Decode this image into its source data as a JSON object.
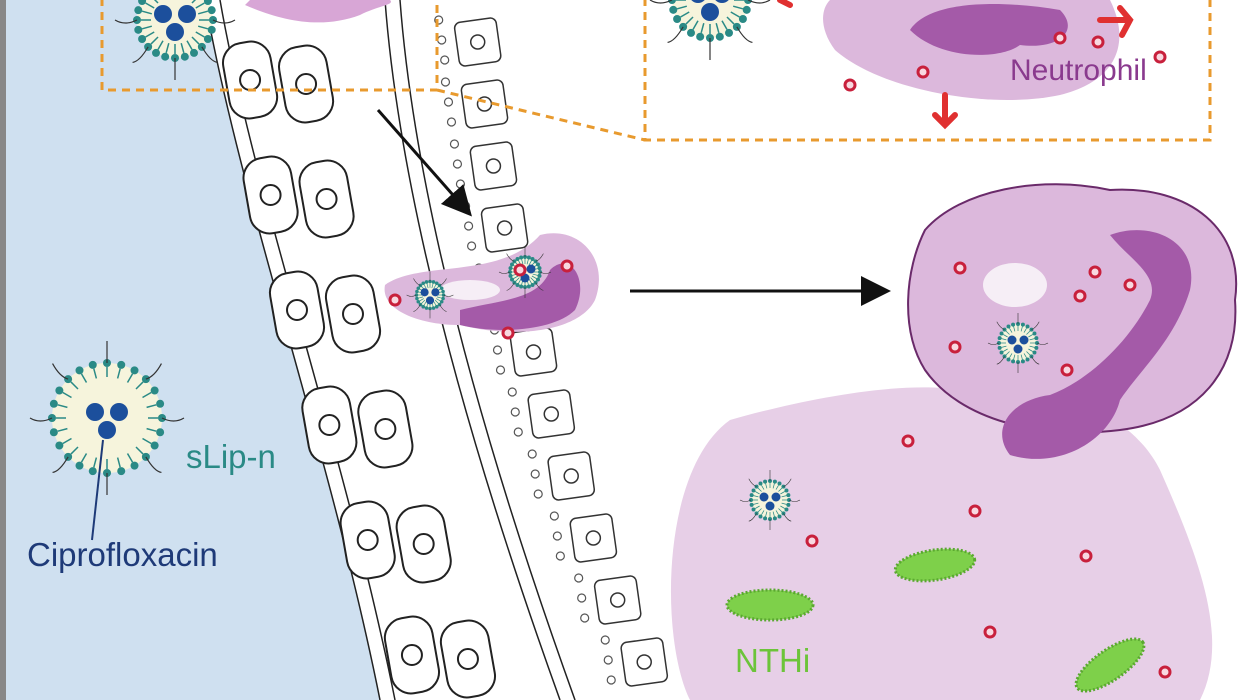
{
  "labels": {
    "neutrophil": "Neutrophil",
    "liposome": "sLip-n",
    "drug": "Ciprofloxacin",
    "bacteria": "NTHi"
  },
  "colors": {
    "lumen": "#cfe0f0",
    "neutrophil_body": "#dcb8dc",
    "neutrophil_nucleus": "#a45aa8",
    "zoom_box": "#e89a2e",
    "liposome": "#2a8a86",
    "drug": "#1c4f9c",
    "bacteria": "#7ed04a",
    "granule": "#c8203c",
    "receptor": "#e03030",
    "neutrophil_text": "#8a3a8e",
    "liposome_text": "#2a8a86",
    "drug_text": "#1e3a78",
    "bacteria_text": "#6cc43a"
  }
}
